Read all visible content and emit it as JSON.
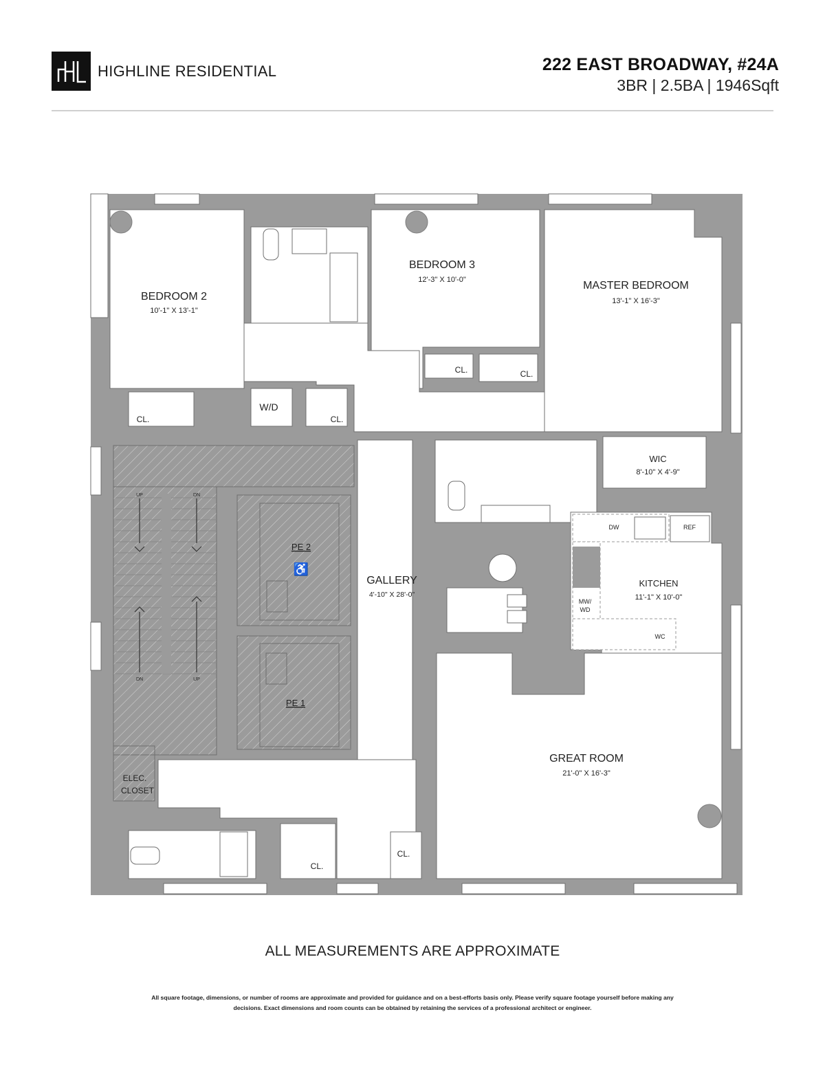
{
  "header": {
    "logo_mark": "HL",
    "brand": "HIGHLINE RESIDENTIAL",
    "address": "222 EAST BROADWAY, #24A",
    "summary": "3BR | 2.5BA | 1946Sqft"
  },
  "colors": {
    "wall": "#9b9b9b",
    "line": "#6f6f6f",
    "rule": "#cfcfcf",
    "logo_bg": "#111111"
  },
  "rooms": {
    "bedroom2": {
      "name": "BEDROOM 2",
      "dims": "10'-1\" X 13'-1\""
    },
    "bedroom3": {
      "name": "BEDROOM 3",
      "dims": "12'-3\" X 10'-0\""
    },
    "master": {
      "name": "MASTER BEDROOM",
      "dims": "13'-1\" X 16'-3\""
    },
    "wic": {
      "name": "WIC",
      "dims": "8'-10\" X 4'-9\""
    },
    "kitchen": {
      "name": "KITCHEN",
      "dims": "11'-1\" X 10'-0\""
    },
    "gallery": {
      "name": "GALLERY",
      "dims": "4'-10\" X 28'-0\""
    },
    "great_room": {
      "name": "GREAT ROOM",
      "dims": "21'-0\" X 16'-3\""
    },
    "elec": {
      "line1": "ELEC.",
      "line2": "CLOSET"
    },
    "pe2": "PE 2",
    "pe1": "PE 1",
    "wd": "W/D",
    "closet": "CL.",
    "dw": "DW",
    "ref": "REF",
    "mw_wd_1": "MW/",
    "mw_wd_2": "WD",
    "wc": "WC",
    "up": "UP",
    "dn": "DN"
  },
  "footer": {
    "title": "ALL MEASUREMENTS ARE APPROXIMATE",
    "note_line1": "All square footage, dimensions, or number of rooms are approximate and provided for guidance and on a best-efforts basis only. Please verify square footage yourself before making any",
    "note_line2": "decisions. Exact dimensions and room counts can be obtained by retaining the services of a professional architect or engineer."
  }
}
